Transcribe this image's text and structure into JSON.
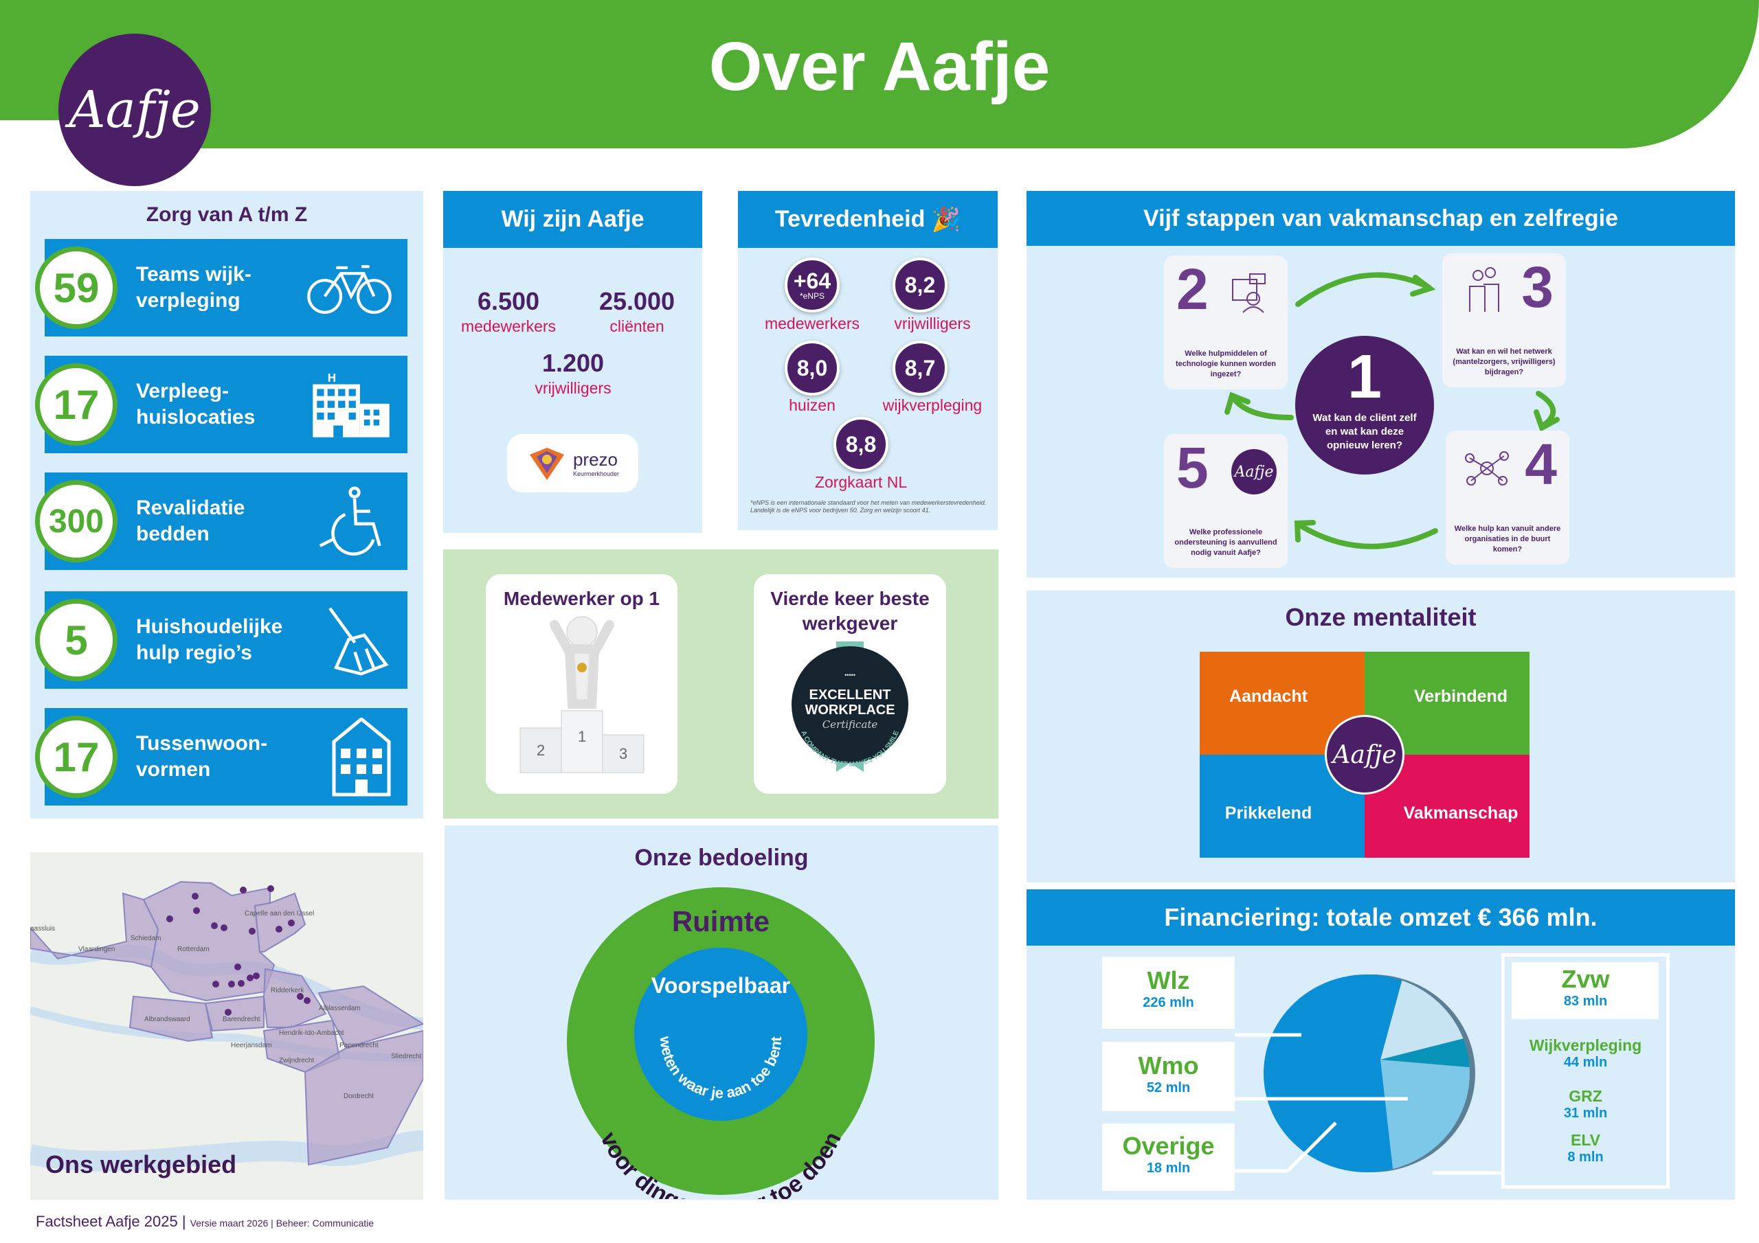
{
  "header": {
    "title": "Over Aafje",
    "logo": "Aafje"
  },
  "zorg": {
    "title": "Zorg van A t/m Z",
    "items": [
      {
        "value": "59",
        "label": "Teams wijk-\nverpleging",
        "icon": "bicycle-icon"
      },
      {
        "value": "17",
        "label": "Verpleeg-\nhuislocaties",
        "icon": "building-icon"
      },
      {
        "value": "300",
        "label": "Revalidatie\nbedden",
        "icon": "wheelchair-icon"
      },
      {
        "value": "5",
        "label": "Huishoudelijke\nhulp regio’s",
        "icon": "broom-icon"
      },
      {
        "value": "17",
        "label": "Tussenwoon-\nvormen",
        "icon": "house-icon"
      }
    ]
  },
  "map": {
    "title": "Ons werkgebied",
    "places": [
      "aassluis",
      "Vlaardingen",
      "Schiedam",
      "Rotterdam",
      "Capelle aan den IJssel",
      "Ridderkerk",
      "Alblasserdam",
      "Albrandswaard",
      "Barendrecht",
      "Hendrik-Ido-Ambacht",
      "Heerjansdam",
      "Zwijndrecht",
      "Papendrecht",
      "Sliedrecht",
      "Dordrecht"
    ]
  },
  "footer": {
    "main": "Factsheet Aafje 2025 |",
    "sub": "Versie maart 2026 | Beheer: Communicatie"
  },
  "wij": {
    "title": "Wij zijn Aafje",
    "stats": [
      {
        "value": "6.500",
        "label": "medewerkers"
      },
      {
        "value": "25.000",
        "label": "cliënten"
      },
      {
        "value": "1.200",
        "label": "vrijwilligers"
      }
    ],
    "badge": {
      "name": "prezo",
      "sub": "Keurmerkhouder"
    }
  },
  "tevredenheid": {
    "title": "Tevredenheid",
    "scores": [
      {
        "value": "+64",
        "sub": "*eNPS",
        "label": "medewerkers"
      },
      {
        "value": "8,2",
        "label": "vrijwilligers"
      },
      {
        "value": "8,0",
        "label": "huizen"
      },
      {
        "value": "8,7",
        "label": "wijkverpleging"
      },
      {
        "value": "8,8",
        "label": "Zorgkaart NL"
      }
    ],
    "note": "*eNPS is een internationale standaard voor het meten van medewerkerstevredenheid. Landelijk is de eNPS voor bedrijven 50. Zorg en welzijn scoort 41."
  },
  "awards": {
    "left": {
      "title": "Medewerker op 1",
      "podium": [
        "2",
        "1",
        "3"
      ]
    },
    "right": {
      "title": "Vierde keer beste werkgever",
      "badge_line1": "EXCELLENT",
      "badge_line2": "WORKPLACE",
      "badge_script": "Certificate",
      "badge_ring": "A COMPANY THAT MAKES YOU SMILE"
    }
  },
  "bedoeling": {
    "title": "Onze bedoeling",
    "outer": "Ruimte",
    "inner": "Voorspelbaar",
    "inner_arc": "weten waar je aan toe bent",
    "outer_arc": "voor dingen die er toe doen"
  },
  "stappen": {
    "title": "Vijf stappen van vakmanschap en zelfregie",
    "center": {
      "n": "1",
      "q": "Wat kan de cliënt zelf en wat kan deze opnieuw leren?"
    },
    "steps": [
      {
        "n": "2",
        "q": "Welke hulpmiddelen of technologie kunnen worden ingezet?"
      },
      {
        "n": "3",
        "q": "Wat kan en wil het netwerk (mantelzorgers, vrijwilligers) bijdragen?"
      },
      {
        "n": "4",
        "q": "Welke hulp kan vanuit andere organisaties in de buurt komen?"
      },
      {
        "n": "5",
        "q": "Welke professionele ondersteuning is aanvullend nodig vanuit Aafje?",
        "logo": "Aafje"
      }
    ]
  },
  "mentaliteit": {
    "title": "Onze mentaliteit",
    "pieces": [
      "Aandacht",
      "Verbindend",
      "Prikkelend",
      "Vakmanschap"
    ],
    "logo": "Aafje",
    "colors": [
      "#e9690e",
      "#52ae32",
      "#0a8fd6",
      "#e2125a"
    ]
  },
  "financiering": {
    "title": "Financiering: totale omzet € 366 mln.",
    "left": [
      {
        "name": "Wlz",
        "value": "226 mln"
      },
      {
        "name": "Wmo",
        "value": "52 mln"
      },
      {
        "name": "Overige",
        "value": "18 mln"
      }
    ],
    "right": {
      "name": "Zvw",
      "value": "83 mln",
      "parts": [
        {
          "name": "Wijkverpleging",
          "value": "44 mln"
        },
        {
          "name": "GRZ",
          "value": "31 mln"
        },
        {
          "name": "ELV",
          "value": "8 mln"
        }
      ]
    }
  },
  "chart_data": {
    "type": "pie",
    "title": "Financiering: totale omzet € 366 mln.",
    "unit": "mln",
    "categories": [
      "Wmo",
      "Overige",
      "Zvw",
      "Wlz"
    ],
    "values": [
      52,
      18,
      83,
      226
    ],
    "colors": [
      "#c6e4f2",
      "#0a93b8",
      "#7dc8e8",
      "#0a8fd6"
    ]
  }
}
